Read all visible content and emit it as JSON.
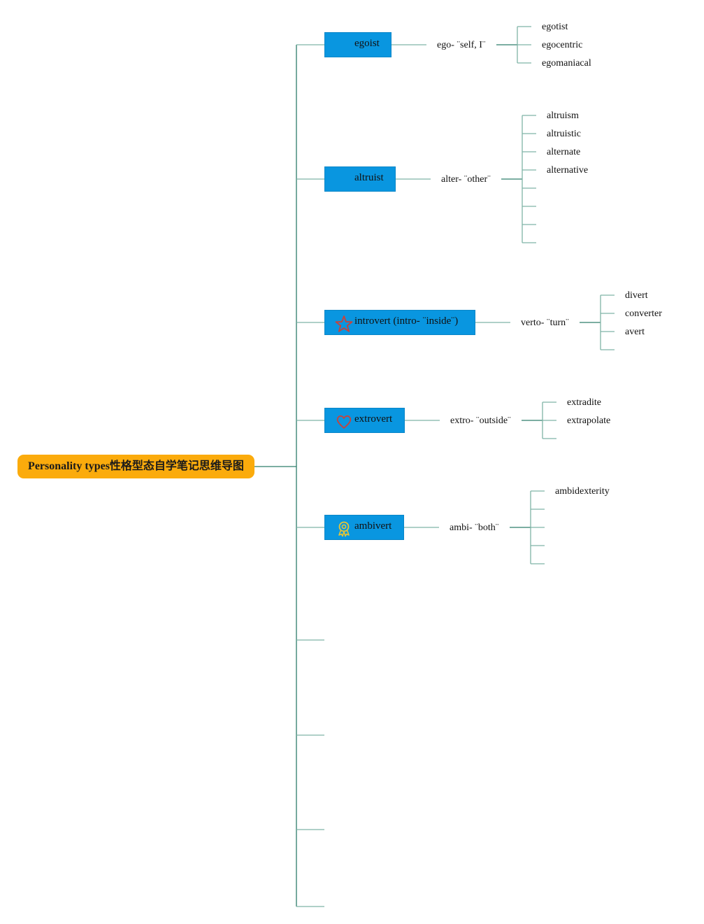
{
  "root": {
    "title": "Personality types性格型态自学笔记思维导图"
  },
  "branches": [
    {
      "topic": "egoist",
      "root_word": "ego- ¨self, I¨",
      "words": [
        "egotist",
        "egocentric",
        "egomaniacal"
      ]
    },
    {
      "topic": "altruist",
      "root_word": "alter- ¨other¨",
      "words": [
        "altruism",
        "altruistic",
        "alternate",
        "alternative"
      ]
    },
    {
      "topic": "introvert (intro- ¨inside¨)",
      "root_word": "verto- ¨turn¨",
      "words": [
        "divert",
        "converter",
        "avert"
      ]
    },
    {
      "topic": "extrovert",
      "root_word": "extro- ¨outside¨",
      "words": [
        "extradite",
        "extrapolate"
      ]
    },
    {
      "topic": "ambivert",
      "root_word": "ambi- ¨both¨",
      "words": [
        "ambidexterity"
      ]
    }
  ],
  "icons": [
    "star-icon",
    "heart-icon",
    "award-ribbon-icon"
  ],
  "colors": {
    "root": "#fbab0c",
    "topic": "#0996e0",
    "line": "#2e7d6b"
  }
}
